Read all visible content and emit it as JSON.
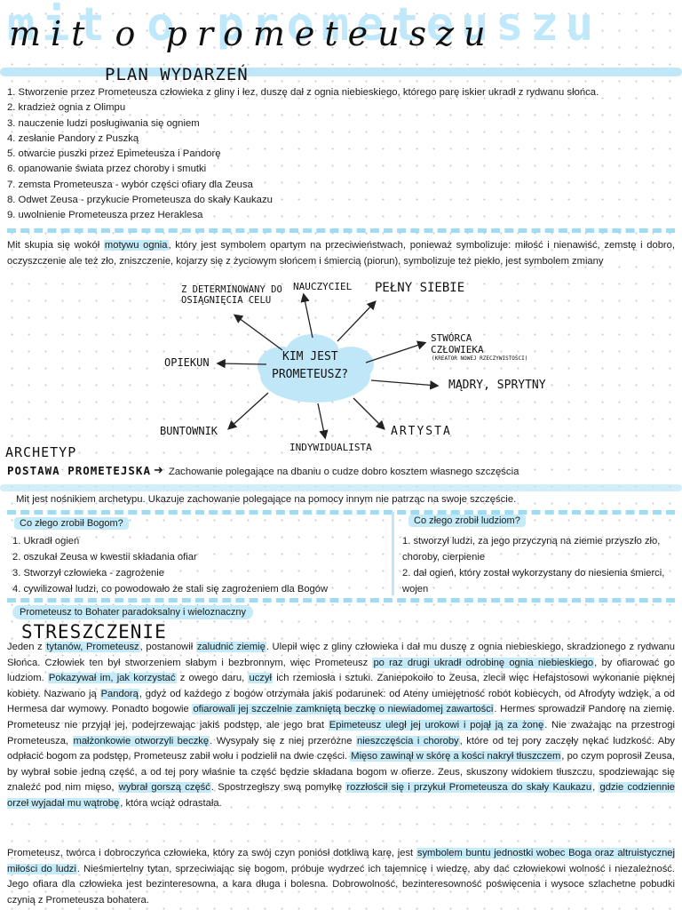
{
  "title": "mit o prometeuszu",
  "plan": {
    "heading": "PLAN WYDARZEŃ",
    "items": [
      "1. Stworzenie przez Prometeusza człowieka z gliny i łez, duszę dał z ognia niebieskiego, którego parę iskier ukradł z rydwanu słońca.",
      "2. kradzież ognia z Olimpu",
      "3. nauczenie ludzi posługiwania się ogniem",
      "4. zesłanie Pandory z Puszką",
      "5. otwarcie puszki przez Epimeteusza i Pandorę",
      "6. opanowanie świata przez choroby i smutki",
      "7. zemsta Prometeusza - wybór części ofiary dla Zeusa",
      "8. Odwet Zeusa - przykucie Prometeusza do skały Kaukazu",
      "9. uwolnienie Prometeusza przez Heraklesa"
    ]
  },
  "intro": {
    "before": "Mit skupia się wokół ",
    "highlight": "motywu ognia",
    "after": ", który jest symbolem opartym na przeciwieństwach, ponieważ symbolizuje: miłość i nienawiść, zemstę i dobro, oczyszczenie ale też zło, zniszczenie, kojarzy się z życiowym słońcem i śmiercią (piorun), symbolizuje też piekło, jest symbolem zmiany"
  },
  "mindmap": {
    "center_line1": "KIM JEST",
    "center_line2": "PROMETEUSZ?",
    "n1": "Z DETERMINOWANY DO OSIĄGNIĘCIA CELU",
    "n2": "NAUCZYCIEL",
    "n3": "PEŁNY SIEBIE",
    "n4a": "STWÓRCA CZŁOWIEKA",
    "n4b": "(KREATOR NOWEJ RZECZYWISTOŚCI)",
    "n5": "MĄDRY, SPRYTNY",
    "n6": "OPIEKUN",
    "n7": "BUNTOWNIK",
    "n8": "INDYWIDUALISTA",
    "n9": "ARTYSTA"
  },
  "archetype": {
    "label1": "ARCHETYP",
    "label2": "POSTAWA PROMETEJSKA",
    "arrow": "➜",
    "definition": "Zachowanie polegające na dbaniu o cudze dobro kosztem własnego szczęścia",
    "note": "Mit jest nośnikiem archetypu. Ukazuje zachowanie polegające na pomocy innym nie patrząc na swoje szczęście."
  },
  "gods": {
    "label": "Co złego zrobił Bogom?",
    "items": [
      "1. Ukradł ogień",
      "2. oszukał Zeusa w kwestii składania ofiar",
      "3. Stworzył człowieka - zagrożenie",
      "4. cywilizował ludzi, co powodowało że stali się zagrożeniem dla Bogów"
    ]
  },
  "people": {
    "label": "Co złego zrobił ludziom?",
    "items": [
      "1. stworzył ludzi, za jego przyczyną na ziemie przyszło zło, choroby, cierpienie",
      "2. dał ogień, który został wykorzystany do niesienia śmierci, wojen"
    ]
  },
  "paradox": "Prometeusz to Bohater paradoksalny i wieloznaczny",
  "summary_heading": "STRESZCZENIE",
  "summary": [
    {
      "t": "Jeden z "
    },
    {
      "t": "tytanów, Prometeusz",
      "h": true
    },
    {
      "t": ", postanowił "
    },
    {
      "t": "zaludnić ziemię",
      "h": true
    },
    {
      "t": ". Ulepił więc z gliny człowieka i dał mu duszę z ognia niebieskiego, skradzionego z rydwanu Słońca. Człowiek ten był stworzeniem słabym i bezbronnym, więc Prometeusz "
    },
    {
      "t": "po raz drugi ukradł odrobinę ognia niebieskiego",
      "h": true
    },
    {
      "t": ", by ofiarować go ludziom. "
    },
    {
      "t": "Pokazywał im, jak korzystać",
      "h": true
    },
    {
      "t": " z owego daru, "
    },
    {
      "t": "uczył",
      "h": true
    },
    {
      "t": " ich rzemiosła i sztuki. Zaniepokoiło to Zeusa, zlecił więc Hefajstosowi wykonanie pięknej kobiety. Nazwano ją "
    },
    {
      "t": "Pandorą",
      "h": true
    },
    {
      "t": ", gdyż od każdego z bogów otrzymała jakiś podarunek: od Ateny umiejętność robót kobiecych, od Afrodyty wdzięk, a od Hermesa dar wymowy. Ponadto bogowie "
    },
    {
      "t": "ofiarowali jej szczelnie zamkniętą beczkę o niewiadomej zawartości",
      "h": true
    },
    {
      "t": ". Hermes sprowadził Pandorę na ziemię. Prometeusz nie przyjął jej, podejrzewając jakiś podstęp, ale jego brat "
    },
    {
      "t": "Epimeteusz uległ jej urokowi i pojął ją za żonę",
      "h": true
    },
    {
      "t": ". Nie zważając na przestrogi Prometeusza, "
    },
    {
      "t": "małżonkowie otworzyli beczkę",
      "h": true
    },
    {
      "t": ". Wysypały się z niej przeróżne "
    },
    {
      "t": "nieszczęścia i choroby",
      "h": true
    },
    {
      "t": ", które od tej pory zaczęły nękać ludzkość. Aby odpłacić bogom za podstęp, Prometeusz zabił wołu i podzielił na dwie części. "
    },
    {
      "t": "Mięso zawinął w skórę a kości nakrył tłuszczem",
      "h": true
    },
    {
      "t": ", po czym poprosił Zeusa, by wybrał sobie jedną część, a od tej pory właśnie ta część będzie składana bogom w ofierze. Zeus, skuszony widokiem tłuszczu, spodziewając się znaleźć pod nim mięso, "
    },
    {
      "t": "wybrał gorszą część",
      "h": true
    },
    {
      "t": ". Spostrzegłszy swą pomyłkę "
    },
    {
      "t": "rozzłościł się i przykuł Prometeusza do skały Kaukazu",
      "h": true
    },
    {
      "t": ", "
    },
    {
      "t": "gdzie codziennie orzeł wyjadał mu wątrobę",
      "h": true
    },
    {
      "t": ", która wciąż odrastała."
    }
  ],
  "conclusion": [
    {
      "t": "Prometeusz, twórca i dobroczyńca człowieka, który za swój czyn poniósł dotkliwą karę, jest "
    },
    {
      "t": "symbolem buntu jednostki wobec Boga oraz altruistycznej miłości do ludzi",
      "h": true
    },
    {
      "t": ". Nieśmiertelny tytan, sprzeciwiając się bogom, próbuje wydrzeć ich tajemnicę i wiedzę, aby dać człowiekowi wolność i niezależność. Jego ofiara dla człowieka jest bezinteresowna, a kara długa i bolesna. Dobrowolność, bezinteresowność poświęcenia i wysoce szlachetne pobudki czynią z Prometeusza bohatera."
    }
  ],
  "colors": {
    "accent_blue": "#c5ebf8",
    "dash_blue": "#9edcf3"
  }
}
